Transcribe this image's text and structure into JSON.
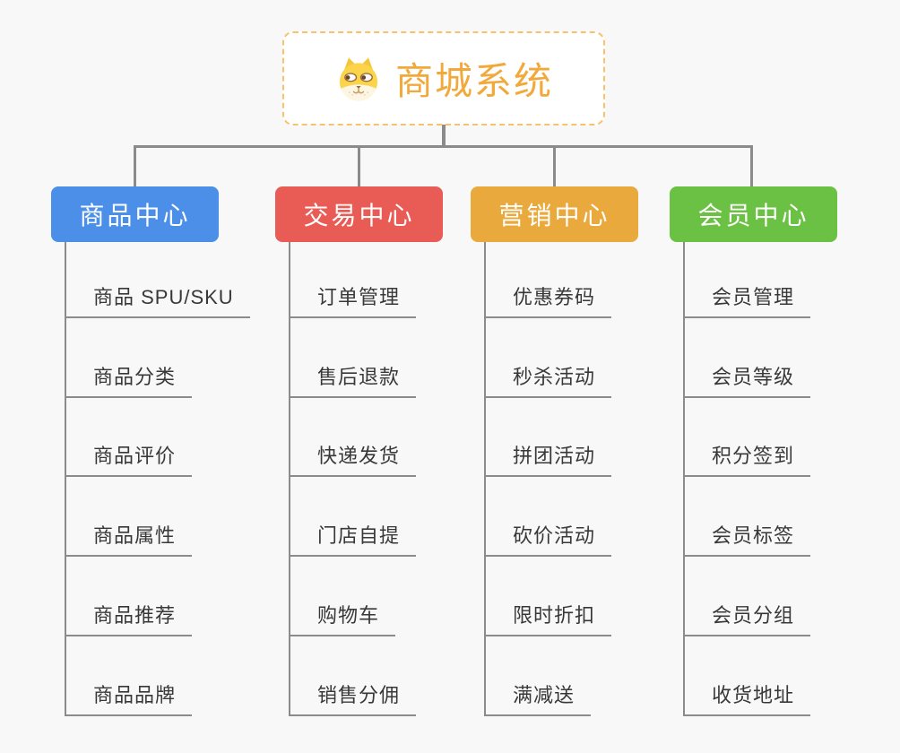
{
  "root": {
    "title": "商城系统",
    "icon": "shiba-dog-icon"
  },
  "branches": [
    {
      "label": "商品中心",
      "color": "#4b8fe9",
      "items": [
        "商品 SPU/SKU",
        "商品分类",
        "商品评价",
        "商品属性",
        "商品推荐",
        "商品品牌"
      ]
    },
    {
      "label": "交易中心",
      "color": "#e95b55",
      "items": [
        "订单管理",
        "售后退款",
        "快递发货",
        "门店自提",
        "购物车",
        "销售分佣"
      ]
    },
    {
      "label": "营销中心",
      "color": "#eaa93c",
      "items": [
        "优惠券码",
        "秒杀活动",
        "拼团活动",
        "砍价活动",
        "限时折扣",
        "满减送"
      ]
    },
    {
      "label": "会员中心",
      "color": "#6bc143",
      "items": [
        "会员管理",
        "会员等级",
        "积分签到",
        "会员标签",
        "会员分组",
        "收货地址"
      ]
    }
  ],
  "colors": {
    "background": "#f8f8f8",
    "connector": "#8b8b8b",
    "root_title": "#f2a93c",
    "root_border": "#f6c36b",
    "item_text": "#383838"
  }
}
